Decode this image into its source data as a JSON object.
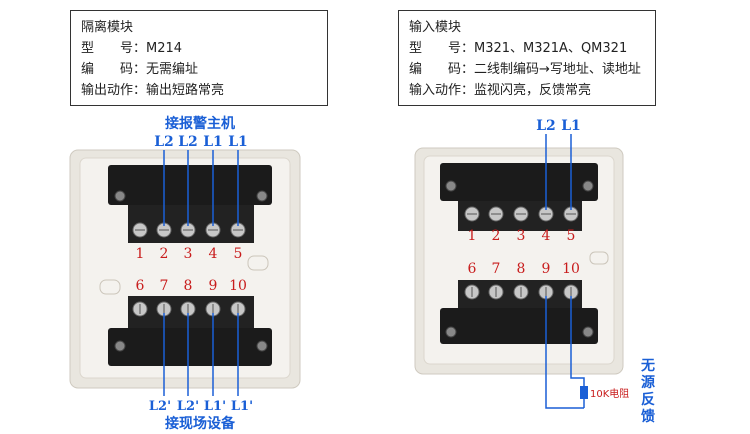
{
  "left_module": {
    "info": [
      "隔离模块",
      "型　　号：M214",
      "编　　码：无需编址",
      "输出动作：输出短路常亮"
    ],
    "top_caption": "接报警主机",
    "top_labels": [
      "L2",
      "L2",
      "L1",
      "L1"
    ],
    "top_numbers": [
      "1",
      "2",
      "3",
      "4",
      "5"
    ],
    "bottom_numbers": [
      "6",
      "7",
      "8",
      "9",
      "10"
    ],
    "bottom_labels": [
      "L2'",
      "L2'",
      "L1'",
      "L1'"
    ],
    "bottom_caption": "接现场设备"
  },
  "right_module": {
    "info": [
      "输入模块",
      "型　　号：M321、M321A、QM321",
      "编　　码：二线制编码→写地址、读地址",
      "输入动作：监视闪亮，反馈常亮"
    ],
    "top_labels": [
      "L2",
      "L1"
    ],
    "top_numbers": [
      "1",
      "2",
      "3",
      "4",
      "5"
    ],
    "bottom_numbers": [
      "6",
      "7",
      "8",
      "9",
      "10"
    ],
    "resistor_label": "10K电阻",
    "side_caption": [
      "无",
      "源",
      "反",
      "馈"
    ]
  },
  "colors": {
    "label_blue": "#1a5fd6",
    "number_red": "#c81c1c",
    "housing": "#efece6",
    "terminal_black": "#1b1b1b"
  }
}
